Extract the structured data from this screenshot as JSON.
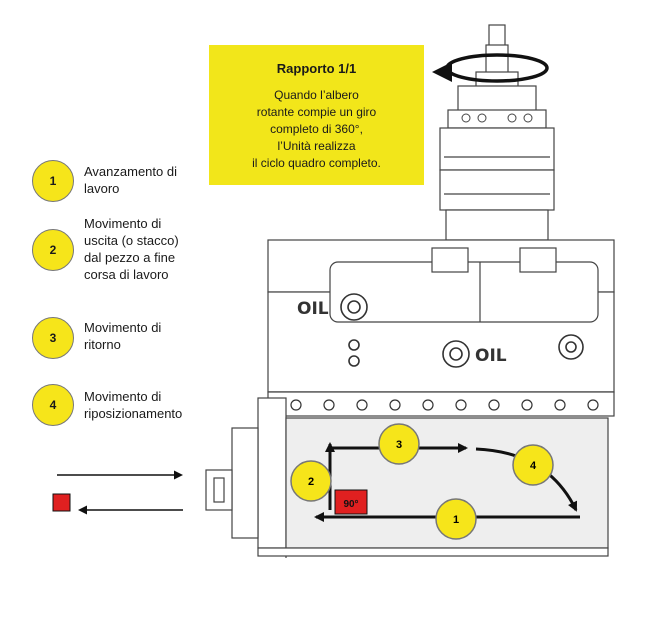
{
  "info_box": {
    "title": "Rapporto 1/1",
    "lines": [
      "Quando l’albero",
      "rotante compie un giro",
      "completo di 360°,",
      "l’Unità realizza",
      "il ciclo quadro completo."
    ]
  },
  "legend": [
    {
      "number": "1",
      "lines": [
        "Avanzamento di",
        "lavoro"
      ]
    },
    {
      "number": "2",
      "lines": [
        "Movimento di",
        "uscita (o stacco)",
        "dal pezzo a fine",
        "corsa di lavoro"
      ]
    },
    {
      "number": "3",
      "lines": [
        "Movimento di",
        "ritorno"
      ]
    },
    {
      "number": "4",
      "lines": [
        "Movimento di",
        "riposizionamento"
      ]
    }
  ],
  "machine_labels": {
    "oil_left": "OIL",
    "oil_center": "OIL"
  },
  "cycle_markers": [
    "1",
    "2",
    "3",
    "4"
  ],
  "angle_label": "90°",
  "colors": {
    "yellow": "#f2e61a",
    "red": "#e02020",
    "line": "#333333",
    "fill": "#eeeeee"
  }
}
